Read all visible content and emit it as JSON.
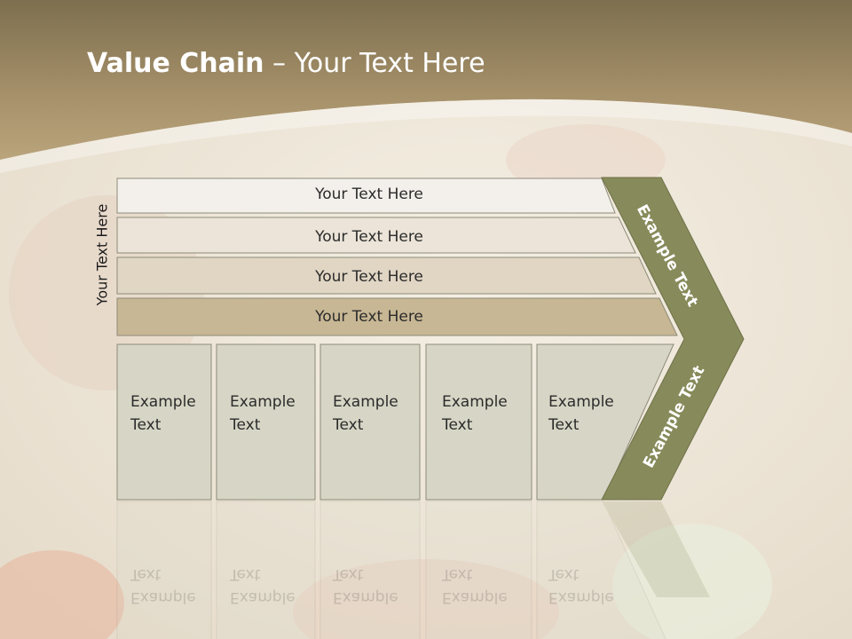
{
  "slide": {
    "title_bold": "Value Chain",
    "title_rest": " – Your Text Here",
    "vertical_label": "Your Text Here"
  },
  "bars": [
    {
      "label": "Your Text Here"
    },
    {
      "label": "Your Text Here"
    },
    {
      "label": "Your Text Here"
    },
    {
      "label": "Your Text Here"
    }
  ],
  "boxes": [
    {
      "line1": "Example",
      "line2": "Text"
    },
    {
      "line1": "Example",
      "line2": "Text"
    },
    {
      "line1": "Example",
      "line2": "Text"
    },
    {
      "line1": "Example",
      "line2": "Text"
    },
    {
      "line1": "Example",
      "line2": "Text"
    }
  ],
  "chevron": {
    "upper_label": "Example Text",
    "lower_label": "Example Text"
  },
  "colors": {
    "header": "#a08a5e",
    "chevron": "#878a5a",
    "bar_1": "#f3f0eb",
    "bar_2": "#ece4d8",
    "bar_3": "#e1d6c4",
    "bar_4": "#c8b794",
    "box": "#d7d6c6"
  }
}
